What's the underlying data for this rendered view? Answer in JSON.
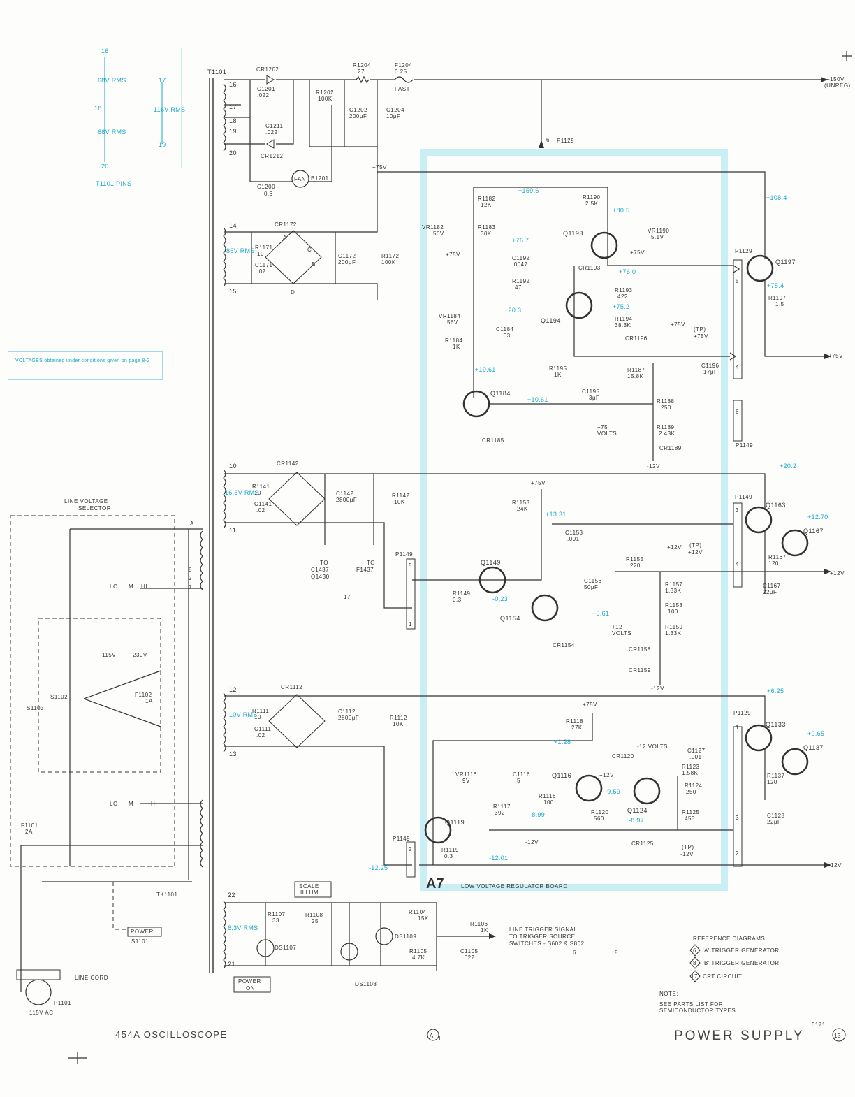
{
  "title": {
    "model": "454A OSCILLOSCOPE",
    "sheet": "POWER SUPPLY",
    "sheet_num": "13",
    "rev": "A",
    "rev_sub": "1",
    "date_code": "0171"
  },
  "board": {
    "id": "A7",
    "name": "LOW VOLTAGE REGULATOR BOARD"
  },
  "note_box": "VOLTAGES obtained under conditions given on page 8-2",
  "pins_legend": {
    "title": "T1101 PINS",
    "p16": "16",
    "v16": "68V RMS",
    "p18": "18",
    "v18": "68V RMS",
    "p20": "20",
    "p17": "17",
    "v17": "116V RMS",
    "p19": "19"
  },
  "outputs": {
    "hv": "+150V",
    "hv_sub": "(UNREG)",
    "v75": "+75V",
    "v12": "+12V",
    "vm12": "-12V"
  },
  "transformer": "T1101",
  "section1": {
    "cr1202": "CR1202",
    "c1201": "C1201",
    "c1201v": ".022",
    "c1211": "C1211",
    "c1211v": ".022",
    "cr1212": "CR1212",
    "r1202": "R1202",
    "r1202v": "100K",
    "r1204": "R1204",
    "r1204v": "27",
    "f1204": "F1204",
    "f1204v": "0.25",
    "f1204t": "FAST",
    "c1202": "C1202",
    "c1202v": "200μF",
    "c1204": "C1204",
    "c1204v": "10μF",
    "fan": "FAN",
    "b1201": "B1201",
    "c1200": "C1200",
    "c1200v": "0.6",
    "v75tap": "+75V",
    "p1129": "P1129",
    "pin6": "6",
    "pins": [
      "16",
      "17",
      "18",
      "19",
      "20"
    ]
  },
  "section2": {
    "pins": [
      "14",
      "15"
    ],
    "vrms": "85V RMS",
    "cr1172": "CR1172",
    "r1171": "R1171",
    "r1171v": "10",
    "c1171": "C1171",
    "c1171v": ".02",
    "c1172": "C1172",
    "c1172v": "200μF",
    "r1172": "R1172",
    "r1172v": "100K",
    "a": "A",
    "b": "B",
    "c": "C",
    "d": "D"
  },
  "reg75": {
    "v159": "+159.6",
    "r1182": "R1182",
    "r1182v": "12K",
    "vr1182": "VR1182",
    "vr1182v": "50V",
    "p75a": "+75V",
    "r1183": "R1183",
    "r1183v": "30K",
    "v767": "+76.7",
    "r1190": "R1190",
    "r1190v": "2.5K",
    "v805": "+80.5",
    "vr1190": "VR1190",
    "vr1190v": "5.1V",
    "p75b": "+75V",
    "q1193": "Q1193",
    "c1192": "C1192",
    "c1192v": ".0047",
    "r1192": "R1192",
    "r1192v": "47",
    "cr1193": "CR1193",
    "v760": "+76.0",
    "r1193": "R1193",
    "r1193v": "422",
    "v752": "+75.2",
    "q1194": "Q1194",
    "r1194": "R1194",
    "r1194v": "38.3K",
    "vr1184": "VR1184",
    "vr1184v": "56V",
    "v203": "+20.3",
    "c1184": "C1184",
    "c1184v": ".03",
    "r1184": "R1184",
    "r1184v": "1K",
    "v1961": "+19.61",
    "cr1196": "CR1196",
    "p75c": "+75V",
    "tp": "(TP)",
    "tpv": "+75V",
    "r1195": "R1195",
    "r1195v": "1K",
    "c1195": "C1195",
    "c1195v": "3μF",
    "r1187": "R1187",
    "r1187v": "15.8K",
    "c1196": "C1196",
    "c1196v": "17μF",
    "q1184": "Q1184",
    "v1061": "+10.61",
    "r1188": "R1188",
    "r1188v": "250",
    "adj": "+75",
    "adj2": "VOLTS",
    "r1189": "R1189",
    "r1189v": "2.43K",
    "cr1185": "CR1185",
    "cr1189": "CR1189",
    "m12": "-12V",
    "v1084": "+108.4",
    "p1129": "P1129",
    "q1197": "Q1197",
    "v754": "+75.4",
    "r1197": "R1197",
    "r1197v": "1.5",
    "pin5": "5",
    "pin4": "4",
    "pin6": "6",
    "p1149": "P1149"
  },
  "reg12": {
    "pins": [
      "10",
      "11"
    ],
    "vrms": "16.5V RMS",
    "cr1142": "CR1142",
    "r1141": "R1141",
    "r1141v": "10",
    "c1141": "C1141",
    "c1141v": ".02",
    "c1142": "C1142",
    "c1142v": "2800μF",
    "r1142": "R1142",
    "r1142v": "10K",
    "to1": "TO",
    "to1a": "C1437",
    "to1b": "Q1430",
    "to2": "TO",
    "to2a": "F1437",
    "ref": "17",
    "p1149": "P1149",
    "pin5": "5",
    "pin1": "1",
    "q1149": "Q1149",
    "r1149": "R1149",
    "r1149v": "0.3",
    "vm023": "-0.23",
    "p75": "+75V",
    "r1153": "R1153",
    "r1153v": "24K",
    "v1331": "+13.31",
    "c1153": "C1153",
    "c1153v": ".001",
    "q1154": "Q1154",
    "cr1154": "CR1154",
    "r1155": "R1155",
    "r1155v": "220",
    "p12": "+12V",
    "tp": "(TP)",
    "tpv": "+12V",
    "c1156": "C1156",
    "c1156v": "50μF",
    "r1157": "R1157",
    "r1157v": "1.33K",
    "v561": "+5.61",
    "r1158": "R1158",
    "r1158v": "100",
    "adj": "+12",
    "adj2": "VOLTS",
    "r1159": "R1159",
    "r1159v": "1.33K",
    "cr1158": "CR1158",
    "cr1159": "CR1159",
    "m12": "-12V",
    "v202": "+20.2",
    "p1149b": "P1149",
    "q1163": "Q1163",
    "v1270": "+12.70",
    "q1167": "Q1167",
    "r1167": "R1167",
    "r1167v": "120",
    "c1167": "C1167",
    "c1167v": "22μF",
    "pin3": "3",
    "pin4": "4"
  },
  "regm12": {
    "pins": [
      "12",
      "13"
    ],
    "vrms": "10V RMS",
    "cr1112": "CR1112",
    "r1111": "R1111",
    "r1111v": "10",
    "c1111": "C1111",
    "c1111v": ".02",
    "c1112": "C1112",
    "c1112v": "2800μF",
    "r1112": "R1112",
    "r1112v": "10K",
    "p75": "+75V",
    "r1118": "R1118",
    "r1118v": "27K",
    "v128": "+1.28",
    "cr1120": "CR1120",
    "m12volts": "-12 VOLTS",
    "c1127": "C1127",
    "c1127v": ".001",
    "r1123": "R1123",
    "r1123v": "1.58K",
    "vr1116": "VR1116",
    "vr1116v": "9V",
    "c1116": "C1116",
    "c1116v": "5",
    "q1116": "Q1116",
    "p12": "+12V",
    "q1124": "Q1124",
    "r1124": "R1124",
    "r1124v": "250",
    "r1117": "R1117",
    "r1117v": "392",
    "r1116": "R1116",
    "r1116v": "100",
    "vm959": "-9.59",
    "vm899": "-8.99",
    "r1120": "R1120",
    "r1120v": "560",
    "vm897": "-8.97",
    "r1125": "R1125",
    "r1125v": "453",
    "m12a": "-12V",
    "q1119": "Q1119",
    "cr1125": "CR1125",
    "tp": "(TP)",
    "tpv": "-12V",
    "r1119": "R1119",
    "r1119v": "0.3",
    "vm1201": "-12.01",
    "p1149": "P1149",
    "pin2": "2",
    "vm1225": "-12.25",
    "v625": "+6.25",
    "p1129": "P1129",
    "q1133": "Q1133",
    "vm065": "+0.65",
    "q1137": "Q1137",
    "r1137": "R1137",
    "r1137v": "120",
    "c1128": "C1128",
    "c1128v": "22μF",
    "pin1": "1",
    "pin3": "3",
    "pin2b": "2"
  },
  "line": {
    "selector": "LINE VOLTAGE",
    "selector2": "SELECTOR",
    "lo": "LO",
    "m": "M",
    "hi": "HI",
    "v115": "115V",
    "v230": "230V",
    "s1102": "S1102",
    "s1103": "S1103",
    "f1102": "F1102",
    "f1102v": "1A",
    "f1101": "F1101",
    "f1101v": "2A",
    "tk1101": "TK1101",
    "power": "POWER",
    "s1101": "S1101",
    "linecord": "LINE CORD",
    "p1101": "P1101",
    "vac": "115V AC",
    "tapA": "A",
    "tap8": "8",
    "tap2": "2",
    "tap7": "7"
  },
  "lamps": {
    "pins": [
      "22",
      "21"
    ],
    "vrms": "6.3V RMS",
    "scale": "SCALE",
    "scale2": "ILLUM",
    "r1107": "R1107",
    "r1107v": "33",
    "r1108": "R1108",
    "r1108v": "25",
    "ds1107": "DS1107",
    "ds1108": "DS1108",
    "ds1109": "DS1109",
    "r1104": "R1104",
    "r1104v": "15K",
    "r1106": "R1106",
    "r1106v": "1K",
    "r1105": "R1105",
    "r1105v": "4.7K",
    "c1105": "C1105",
    "c1105v": ".022",
    "poweron": "POWER",
    "poweron2": "ON",
    "trig1": "LINE TRIGGER SIGNAL",
    "trig2": "TO TRIGGER SOURCE",
    "trig3": "SWITCHES - S602 & S802",
    "ref6": "6",
    "ref8": "8"
  },
  "ref_diagrams": {
    "title": "REFERENCE DIAGRAMS",
    "items": [
      {
        "num": "6",
        "label": "'A' TRIGGER GENERATOR"
      },
      {
        "num": "8",
        "label": "'B' TRIGGER GENERATOR"
      },
      {
        "num": "17",
        "label": "CRT CIRCUIT"
      }
    ]
  },
  "note": {
    "head": "NOTE:",
    "l1": "SEE PARTS LIST FOR",
    "l2": "SEMICONDUCTOR TYPES"
  },
  "colors": {
    "ink": "#333333",
    "accent": "#1aa8c8",
    "board": "#c9eef4"
  }
}
